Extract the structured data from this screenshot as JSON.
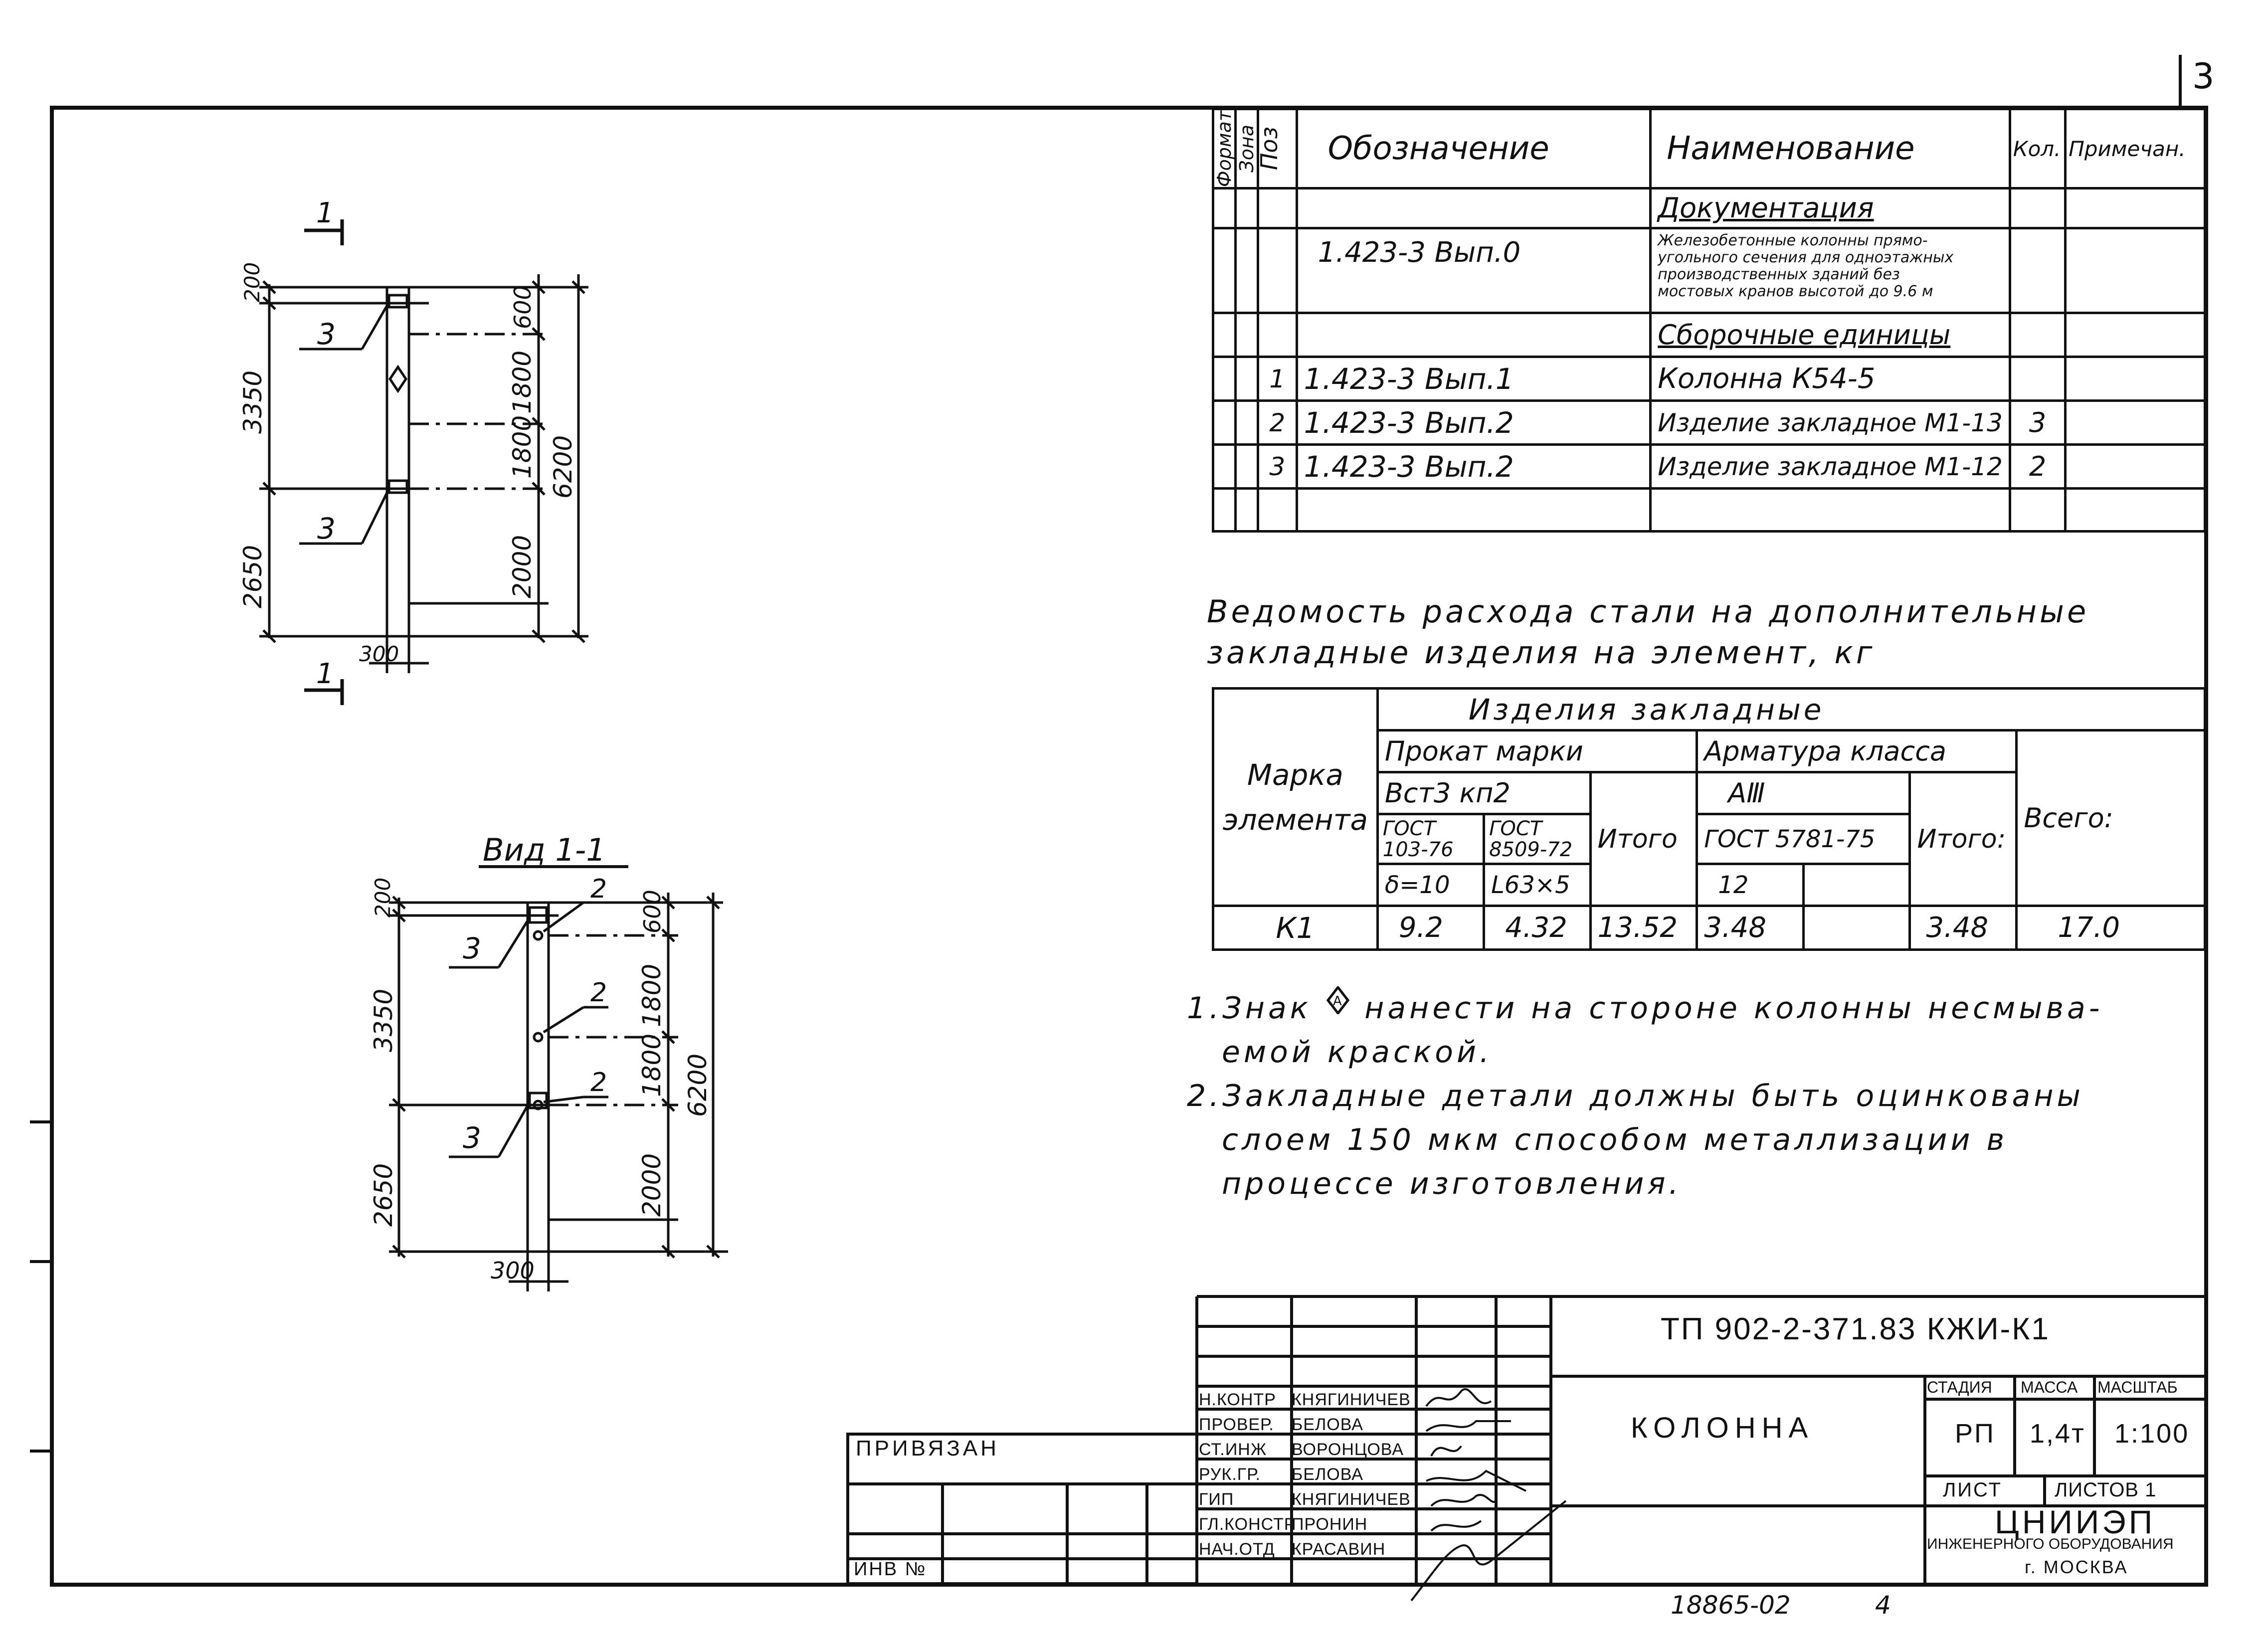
{
  "page_number": "3",
  "spec_table": {
    "headers": {
      "format": "Формат",
      "zone": "Зона",
      "pos": "Поз",
      "designation": "Обозначение",
      "name": "Наименование",
      "qty": "Кол.",
      "note": "Примечан."
    },
    "section_docs": "Документация",
    "doc_designation": "1.423-3 Вып.0",
    "doc_name_line1": "Железобетонные колонны прямо-",
    "doc_name_line2": "угольного сечения для одноэтажных",
    "doc_name_line3": "производственных зданий без",
    "doc_name_line4": "мостовых кранов высотой до 9.6 м",
    "section_assemblies": "Сборочные единицы",
    "rows": [
      {
        "pos": "1",
        "designation": "1.423-3 Вып.1",
        "name": "Колонна К54-5",
        "qty": ""
      },
      {
        "pos": "2",
        "designation": "1.423-3 Вып.2",
        "name": "Изделие закладное М1-13",
        "qty": "3"
      },
      {
        "pos": "3",
        "designation": "1.423-3 Вып.2",
        "name": "Изделие закладное М1-12",
        "qty": "2"
      }
    ]
  },
  "steel_title_line1": "Ведомость расхода стали на дополнительные",
  "steel_title_line2": "закладные изделия на элемент, кг",
  "steel_table": {
    "mark_header_1": "Марка",
    "mark_header_2": "элемента",
    "group_header": "Изделия закладные",
    "rolled_header": "Прокат марки",
    "rolled_grade": "Вст3 кп2",
    "gost1": "ГОСТ 103-76",
    "gost1_a": "ГОСТ",
    "gost1_b": "103-76",
    "gost2_a": "ГОСТ",
    "gost2_b": "8509-72",
    "size1": "δ=10",
    "size2": "L63×5",
    "total1_header": "Итого",
    "rebar_header": "Арматура класса",
    "rebar_class": "АⅢ",
    "rebar_gost": "ГОСТ 5781-75",
    "rebar_dia": "12",
    "total2_header": "Итого:",
    "grand_header": "Всего:",
    "row": {
      "mark": "К1",
      "v1": "9.2",
      "v2": "4.32",
      "total1": "13.52",
      "v3": "3.48",
      "v4": "",
      "total2": "3.48",
      "grand": "17.0"
    }
  },
  "notes": {
    "n1_a": "1.Знак",
    "n1_b": "нанести на стороне колонны несмыва-",
    "n1_c": "емой краской.",
    "n2_a": "2.Закладные детали должны быть оцинкованы",
    "n2_b": "слоем 150 мкм способом металлизации в",
    "n2_c": "процессе изготовления."
  },
  "drawing1": {
    "section_mark": "1",
    "dims_left": [
      "200",
      "3350",
      "2650"
    ],
    "dims_right": [
      "600",
      "1800",
      "1800",
      "2000"
    ],
    "overall": "6200",
    "width": "300",
    "callout": "3"
  },
  "drawing2": {
    "title": "Вид 1-1",
    "dims_left": [
      "200",
      "3350",
      "2650"
    ],
    "dims_right": [
      "600",
      "1800",
      "1800",
      "2000"
    ],
    "overall": "6200",
    "width": "300",
    "callout_3": "3",
    "callout_2": "2"
  },
  "title_block": {
    "code": "ТП 902-2-371.83   КЖИ-К1",
    "object_name": "КОЛОННА",
    "stage_label": "СТАДИЯ",
    "mass_label": "МАССА",
    "scale_label": "МАСШТАБ",
    "stage": "РП",
    "mass": "1,4т",
    "scale": "1:100",
    "sheet_label": "ЛИСТ",
    "sheets_label": "ЛИСТОВ 1",
    "org1": "ЦНИИЭП",
    "org2": "ИНЖЕНЕРНОГО ОБОРУДОВАНИЯ",
    "org3": "г. МОСКВА",
    "roles": [
      {
        "role": "Н.КОНТР",
        "name": "КНЯГИНИЧЕВ"
      },
      {
        "role": "ПРОВЕР.",
        "name": "БЕЛОВА"
      },
      {
        "role": "СТ.ИНЖ",
        "name": "ВОРОНЦОВА"
      },
      {
        "role": "РУК.ГР.",
        "name": "БЕЛОВА"
      },
      {
        "role": "ГИП",
        "name": "КНЯГИНИЧЕВ"
      },
      {
        "role": "ГЛ.КОНСТР",
        "name": "ПРОНИН"
      },
      {
        "role": "НАЧ.ОТД",
        "name": "КРАСАВИН"
      }
    ],
    "bound_label": "ПРИВЯЗАН",
    "inv_label": "ИНВ №"
  },
  "footer_number": "18865-02",
  "footer_sheet": "4"
}
